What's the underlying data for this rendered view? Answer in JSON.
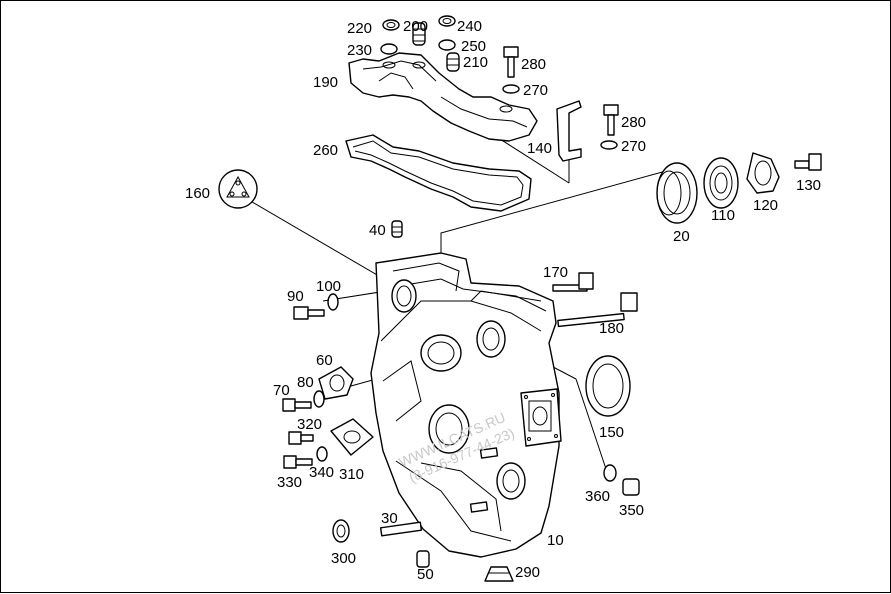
{
  "diagram": {
    "callouts": {
      "p10": "10",
      "p20": "20",
      "p30": "30",
      "p40": "40",
      "p50": "50",
      "p60": "60",
      "p70": "70",
      "p80": "80",
      "p90": "90",
      "p100": "100",
      "p110": "110",
      "p120": "120",
      "p130": "130",
      "p140": "140",
      "p150": "150",
      "p160": "160",
      "p170": "170",
      "p180": "180",
      "p190": "190",
      "p200": "200",
      "p210": "210",
      "p220": "220",
      "p230": "230",
      "p240": "240",
      "p250": "250",
      "p260": "260",
      "p270a": "270",
      "p270b": "270",
      "p280a": "280",
      "p280b": "280",
      "p290": "290",
      "p300": "300",
      "p310": "310",
      "p320": "320",
      "p330": "330",
      "p340": "340",
      "p350": "350",
      "p360": "360"
    },
    "watermark": {
      "line1": "WWW.ILCATS.RU",
      "line2": "(8-916-977-44-23)"
    }
  }
}
